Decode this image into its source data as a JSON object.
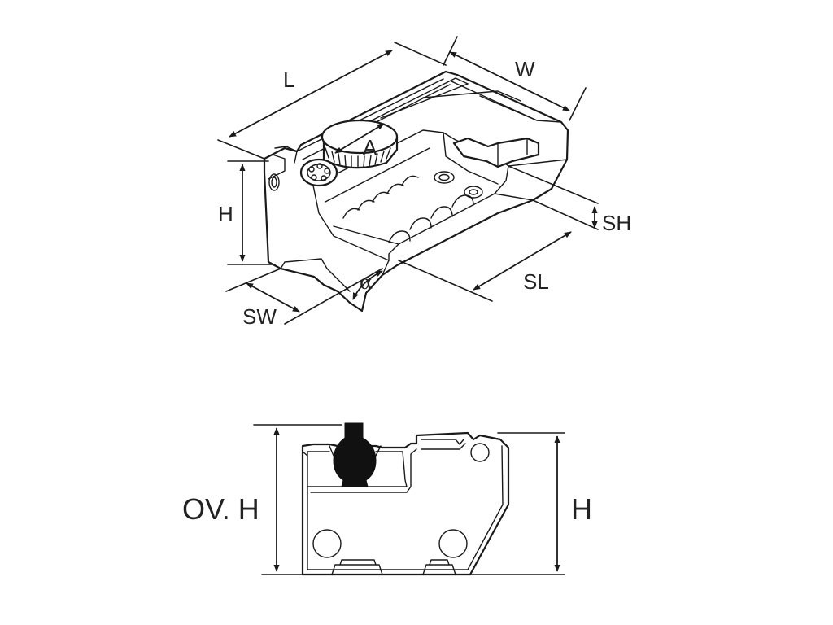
{
  "iso_view": {
    "labels": {
      "length": "L",
      "width": "W",
      "height": "H",
      "knob_diameter": "A",
      "slot_height": "SH",
      "slot_length": "SL",
      "slot_width": "SW",
      "angle": "α"
    }
  },
  "side_view": {
    "labels": {
      "overall_height": "OV. H",
      "height": "H"
    }
  },
  "colors": {
    "stroke": "#1a1a1a",
    "background": "#ffffff",
    "text": "#222222"
  }
}
